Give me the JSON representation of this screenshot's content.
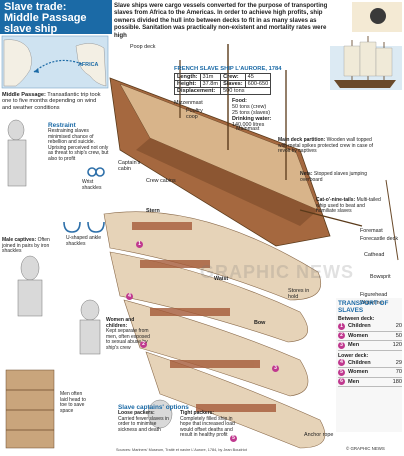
{
  "title": {
    "line1": "Slave trade:",
    "line2": "Middle Passage",
    "line3": "slave ship"
  },
  "intro": "Slave ships were cargo vessels converted for the purpose of transporting slaves from Africa to the Americas. In order to achieve high profits, ship owners divided the hull into between decks to fit in as many slaves as possible. Sanitation was practically non-existent and mortality rates were high",
  "map": {
    "africa": "AFRICA"
  },
  "middle_passage": {
    "head": "Middle Passage:",
    "text": "Transatlantic trip took one to five months depending on wind and weather conditions"
  },
  "restraint": {
    "title": "Restraint",
    "text": "Restraining slaves minimised chance of rebellion and suicide. Uprising perceived not only as threat to ship's crew, but also to profit",
    "wrist": "Wrist shackles",
    "ankle": "U-shaped ankle shackles"
  },
  "male_captives": {
    "head": "Male captives:",
    "text": "Often joined in pairs by iron shackles"
  },
  "men_note": "Men often laid head to toe to save space",
  "ship_card": {
    "header": "FRENCH SLAVE SHIP L'AURORE, 1784",
    "rows": [
      {
        "k1": "Length:",
        "v1": "31m",
        "k2": "Crew:",
        "v2": "45"
      },
      {
        "k1": "Height:",
        "v1": "37.8m",
        "k2": "Slaves:",
        "v2": "600-650"
      }
    ],
    "displacement": {
      "k": "Displacement:",
      "v": "500 tons"
    }
  },
  "ship_labels": {
    "poop_deck": "Poop deck",
    "mizzenmast": "Mizzenmast",
    "poultry_coop": "Poultry coop",
    "mainmast": "Mainmast",
    "captains_cabin": "Captain's cabin",
    "crew_cabins": "Crew cabins",
    "stern": "Stern",
    "waist": "Waist",
    "bow": "Bow",
    "foremast": "Foremast",
    "forecastle": "Forecastle deck",
    "cathead": "Cathead",
    "bowsprit": "Bowsprit",
    "figurehead": "Figurehead",
    "waterline": "Waterline",
    "stores": "Stores in hold",
    "anchor": "Anchor rope"
  },
  "food": {
    "head": "Food:",
    "l1": "50 tons (crew)",
    "l2": "25 tons (slaves)",
    "drink_head": "Drinking water:",
    "l3": "140,000 litres"
  },
  "partition": {
    "head": "Main deck partition:",
    "text": "Wooden wall topped with metal spikes protected crew in case of revolt by captives"
  },
  "nets": {
    "head": "Nets:",
    "text": "Stopped slaves jumping overboard"
  },
  "cat": {
    "head": "Cat-o'-nine-tails:",
    "text": "Multi-tailed whip used to beat and humiliate slaves"
  },
  "women": {
    "head": "Women and children:",
    "text": "Kept separate from men, often exposed to sexual abuse by ship's crew"
  },
  "options": {
    "title": "Slave captains' options",
    "loose_head": "Loose packers:",
    "loose": "Carried fewer slaves in order to minimise sickness and death",
    "tight_head": "Tight packers:",
    "tight": "Completely filled ship in hope that increased load would offset deaths and result in healthy profit"
  },
  "transport": {
    "title1": "TRANSPORT OF",
    "title2": "SLAVES",
    "between_head": "Between deck:",
    "lower_head": "Lower deck:",
    "between": [
      {
        "n": "1",
        "who": "Children",
        "count": "20"
      },
      {
        "n": "2",
        "who": "Women",
        "count": "50"
      },
      {
        "n": "3",
        "who": "Men",
        "count": "120"
      }
    ],
    "lower": [
      {
        "n": "4",
        "who": "Children",
        "count": "29"
      },
      {
        "n": "5",
        "who": "Women",
        "count": "70"
      },
      {
        "n": "6",
        "who": "Men",
        "count": "180"
      }
    ]
  },
  "watermark": "GRAPHIC NEWS",
  "sources": "Sources: Mariners' Museum, Traité et navire L'Aurore, 1784, by Jean Boudriot",
  "credit": "© GRAPHIC NEWS",
  "colors": {
    "accent": "#1b6aa6",
    "magenta": "#c0398f",
    "wood": "#a5683f",
    "sea": "#cfe3f1"
  }
}
